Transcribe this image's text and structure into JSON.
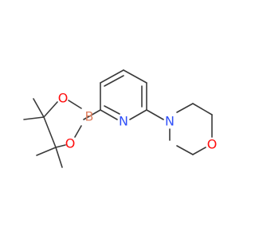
{
  "molecule": {
    "atoms": [
      {
        "id": "N_pyridine",
        "label": "N",
        "color": "#3050f8"
      },
      {
        "id": "N_morpholine",
        "label": "N",
        "color": "#3050f8"
      },
      {
        "id": "O_morpholine",
        "label": "O",
        "color": "#ff0d0d"
      },
      {
        "id": "B_boron",
        "label": "B",
        "color": "#e08060"
      },
      {
        "id": "O_dioxaborolane_upper",
        "label": "O",
        "color": "#ff0d0d"
      },
      {
        "id": "O_dioxaborolane_lower",
        "label": "O",
        "color": "#ff0d0d"
      }
    ],
    "bond_color": "#3a3a3a"
  }
}
